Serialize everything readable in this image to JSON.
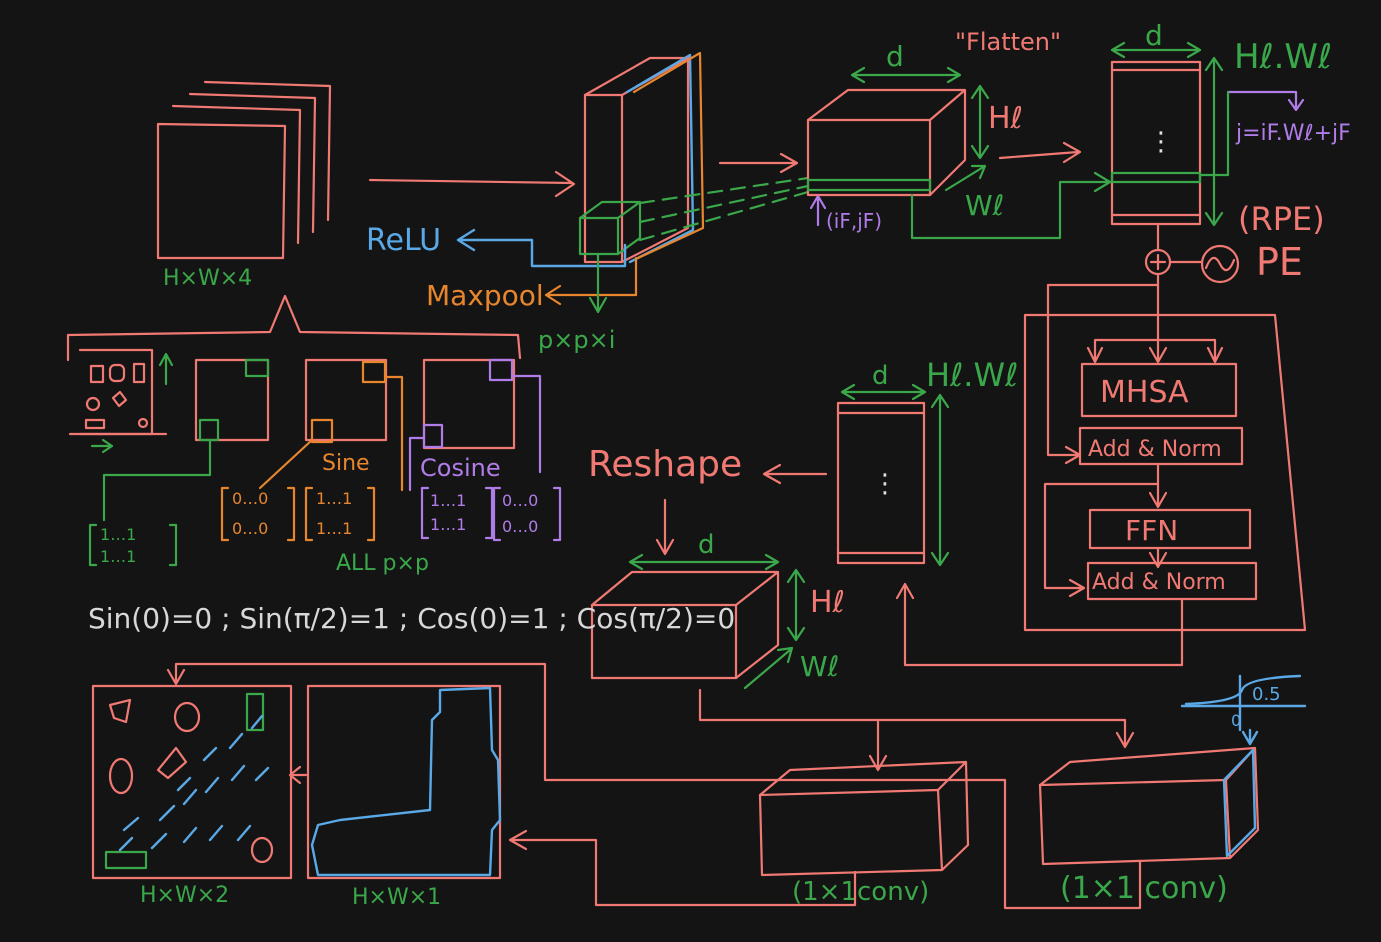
{
  "colors": {
    "background": "#141414",
    "pink": "#f07a73",
    "green": "#3aa84a",
    "blue": "#5aa9e6",
    "orange": "#e8862e",
    "purple": "#b07ce8",
    "white": "#d8d8d8"
  },
  "labels": {
    "input_dims": "H×W×4",
    "relu": "ReLU",
    "maxpool": "Maxpool",
    "patch_dims": "p×p×i",
    "d_top": "d",
    "flatten": "\"Flatten\"",
    "hl_cube": "Hℓ",
    "wl_cube": "Wℓ",
    "coord": "(iF,jF)",
    "d_seq": "d",
    "hlwl_seq": "Hℓ.Wℓ",
    "index_formula": "j=iF.Wℓ+jF",
    "rpe": "(RPE)",
    "pe": "PE",
    "mhsa": "MHSA",
    "addnorm1": "Add & Norm",
    "ffn": "FFN",
    "addnorm2": "Add & Norm",
    "d_seq2": "d",
    "hlwl_seq2": "Hℓ.Wℓ",
    "dots": "⋮",
    "reshape": "Reshape",
    "d_cube2": "d",
    "hl_cube2": "Hℓ",
    "wl_cube2": "Wℓ",
    "sine": "Sine",
    "cosine": "Cosine",
    "all_pxp": "ALL p×p",
    "trig_formula": "Sin(0)=0 ; Sin(π/2)=1 ; Cos(0)=1 ; Cos(π/2)=0",
    "conv1": "(1×1conv)",
    "conv2": "(1×1 conv)",
    "sigmoid_val": "0.5",
    "sigmoid_zero": "0",
    "out2": "H×W×2",
    "out1": "H×W×1",
    "mat_ones": "[1…1 / 1…1]",
    "mat_zero_a": "0…0",
    "mat_zero_b": "0…0",
    "mat_one_a": "1…1",
    "mat_one_b": "1…1",
    "mat_cos_one_a": "1…1",
    "mat_cos_one_b": "1…1",
    "mat_cos_zero_a": "0…0",
    "mat_cos_zero_b": "0…0",
    "mat_ones_a": "1…1",
    "mat_ones_b": "1…1"
  }
}
